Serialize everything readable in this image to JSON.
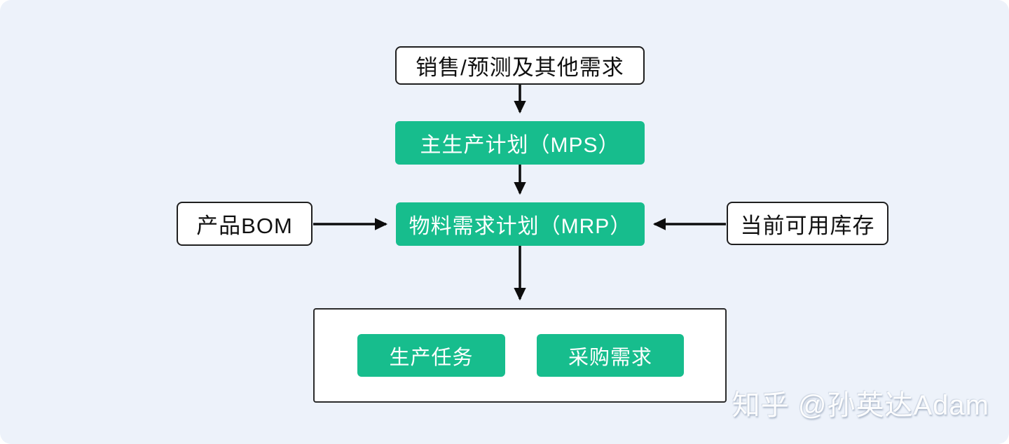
{
  "canvas": {
    "background_color": "#EDF2FA",
    "accent_color": "#17BD8D",
    "line_color": "#0d0d0d"
  },
  "nodes": {
    "demand": {
      "label": "销售/预测及其他需求",
      "style": "plain"
    },
    "mps": {
      "label": "主生产计划（MPS）",
      "style": "accent"
    },
    "bom": {
      "label": "产品BOM",
      "style": "plain"
    },
    "mrp": {
      "label": "物料需求计划（MRP）",
      "style": "accent"
    },
    "inventory": {
      "label": "当前可用库存",
      "style": "plain"
    },
    "production_task": {
      "label": "生产任务",
      "style": "accent"
    },
    "purchase_demand": {
      "label": "采购需求",
      "style": "accent"
    }
  },
  "edges": [
    {
      "from": "demand",
      "to": "mps",
      "direction": "down"
    },
    {
      "from": "mps",
      "to": "mrp",
      "direction": "down"
    },
    {
      "from": "bom",
      "to": "mrp",
      "direction": "right"
    },
    {
      "from": "inventory",
      "to": "mrp",
      "direction": "left"
    },
    {
      "from": "mrp",
      "to": "outputs",
      "direction": "down"
    }
  ],
  "watermark": {
    "text": "知乎 @孙英达Adam"
  }
}
